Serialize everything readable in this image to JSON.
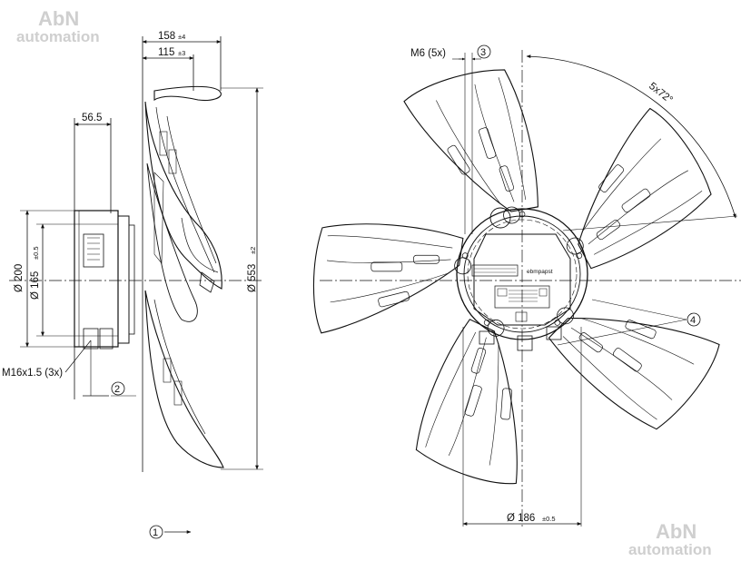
{
  "watermark": {
    "brand": "AbN",
    "tagline": "automation"
  },
  "side_view": {
    "dim_overall_depth": {
      "value": "158",
      "tolerance": "±4"
    },
    "dim_blade_depth": {
      "value": "115",
      "tolerance": "±3"
    },
    "dim_motor_offset": {
      "value": "56.5"
    },
    "dim_motor_diameter": {
      "value": "Ø 200"
    },
    "dim_mount_diameter": {
      "value": "Ø 165",
      "tolerance": "±0.5"
    },
    "dim_fan_diameter": {
      "value": "Ø 553",
      "tolerance": "±2"
    },
    "thread_note": "M16x1.5 (3x)",
    "callout_2": "2",
    "callout_1": "1"
  },
  "front_view": {
    "thread_note": "M6 (5x)",
    "callout_3": "3",
    "callout_4": "4",
    "angle_note": "5x72°",
    "dim_bolt_circle": {
      "value": "Ø 186",
      "tolerance": "±0.5"
    },
    "brand_label": "ebmpapst"
  }
}
